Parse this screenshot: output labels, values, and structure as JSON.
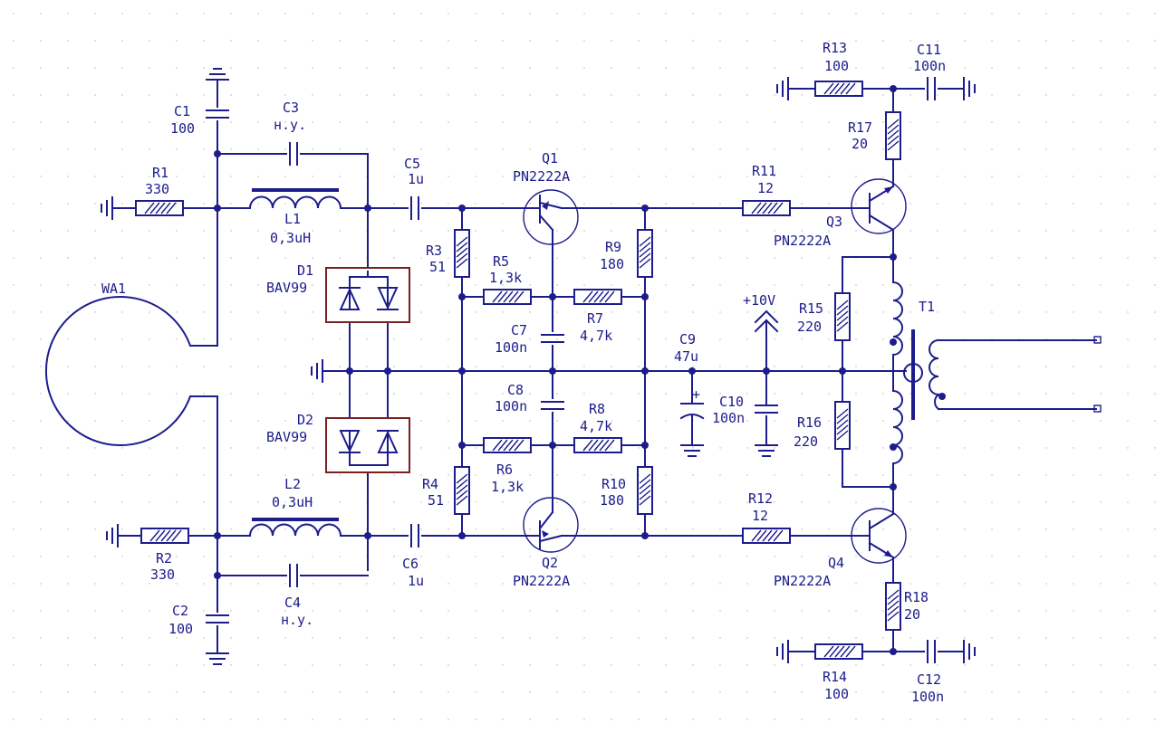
{
  "components": {
    "C1": {
      "ref": "C1",
      "value": "100"
    },
    "C2": {
      "ref": "C2",
      "value": "100"
    },
    "C3": {
      "ref": "C3",
      "value": "н.у."
    },
    "C4": {
      "ref": "C4",
      "value": "н.у."
    },
    "C5": {
      "ref": "C5",
      "value": "1u"
    },
    "C6": {
      "ref": "C6",
      "value": "1u"
    },
    "C7": {
      "ref": "C7",
      "value": "100n"
    },
    "C8": {
      "ref": "C8",
      "value": "100n"
    },
    "C9": {
      "ref": "C9",
      "value": "47u"
    },
    "C10": {
      "ref": "C10",
      "value": "100n"
    },
    "C11": {
      "ref": "C11",
      "value": "100n"
    },
    "C12": {
      "ref": "C12",
      "value": "100n"
    },
    "R1": {
      "ref": "R1",
      "value": "330"
    },
    "R2": {
      "ref": "R2",
      "value": "330"
    },
    "R3": {
      "ref": "R3",
      "value": "51"
    },
    "R4": {
      "ref": "R4",
      "value": "51"
    },
    "R5": {
      "ref": "R5",
      "value": "1,3k"
    },
    "R6": {
      "ref": "R6",
      "value": "1,3k"
    },
    "R7": {
      "ref": "R7",
      "value": "4,7k"
    },
    "R8": {
      "ref": "R8",
      "value": "4,7k"
    },
    "R9": {
      "ref": "R9",
      "value": "180"
    },
    "R10": {
      "ref": "R10",
      "value": "180"
    },
    "R11": {
      "ref": "R11",
      "value": "12"
    },
    "R12": {
      "ref": "R12",
      "value": "12"
    },
    "R13": {
      "ref": "R13",
      "value": "100"
    },
    "R14": {
      "ref": "R14",
      "value": "100"
    },
    "R15": {
      "ref": "R15",
      "value": "220"
    },
    "R16": {
      "ref": "R16",
      "value": "220"
    },
    "R17": {
      "ref": "R17",
      "value": "20"
    },
    "R18": {
      "ref": "R18",
      "value": "20"
    },
    "L1": {
      "ref": "L1",
      "value": "0,3uH"
    },
    "L2": {
      "ref": "L2",
      "value": "0,3uH"
    },
    "D1": {
      "ref": "D1",
      "value": "BAV99"
    },
    "D2": {
      "ref": "D2",
      "value": "BAV99"
    },
    "Q1": {
      "ref": "Q1",
      "value": "PN2222A"
    },
    "Q2": {
      "ref": "Q2",
      "value": "PN2222A"
    },
    "Q3": {
      "ref": "Q3",
      "value": "PN2222A"
    },
    "Q4": {
      "ref": "Q4",
      "value": "PN2222A"
    },
    "WA1": {
      "ref": "WA1"
    },
    "T1": {
      "ref": "T1"
    }
  },
  "supply": {
    "label": "+10V"
  },
  "polarity_mark": "+"
}
